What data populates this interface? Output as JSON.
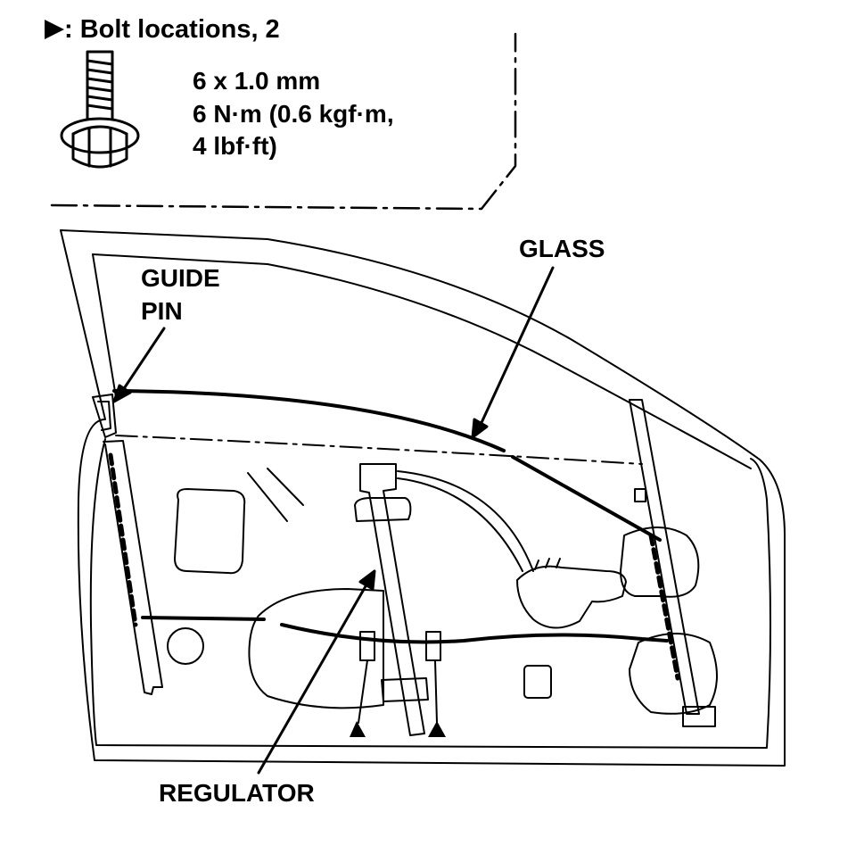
{
  "header": {
    "marker_symbol": "▶",
    "title": ": Bolt locations, 2"
  },
  "bolt_spec": {
    "size": "6 x 1.0 mm",
    "torque_line1": "6 N·m (0.6 kgf·m,",
    "torque_line2": "4 lbf·ft)"
  },
  "callouts": {
    "glass": "GLASS",
    "guide_pin_line1": "GUIDE",
    "guide_pin_line2": "PIN",
    "regulator": "REGULATOR"
  },
  "icons": [
    "bolt-icon",
    "bolt-marker-icon"
  ],
  "colors": {
    "ink": "#000000",
    "paper": "#ffffff"
  }
}
